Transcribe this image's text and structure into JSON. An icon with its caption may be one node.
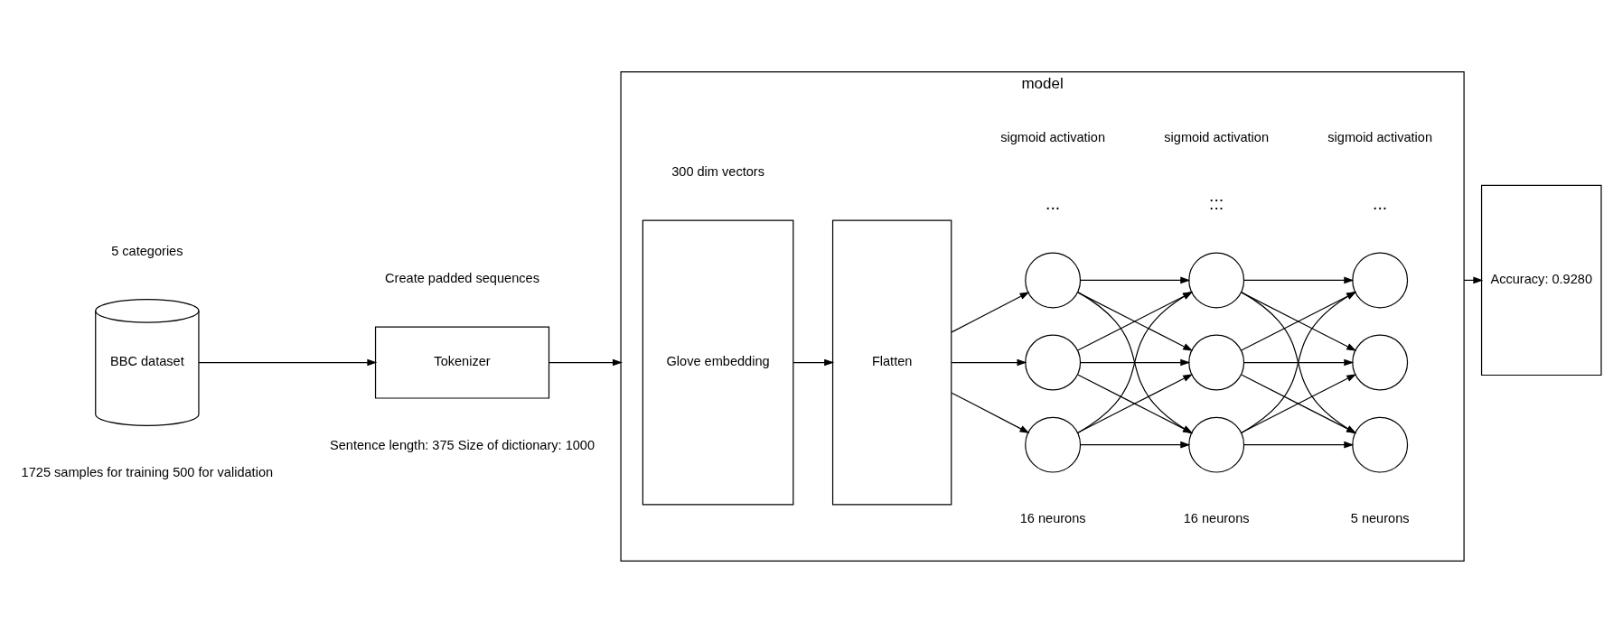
{
  "diagram": {
    "nodes": [
      {
        "text": [
          "BBC dataset"
        ],
        "beside": [
          "5 categories",
          "1725 samples for training 500 for validation"
        ]
      },
      {
        "text": [
          "Tokenizer"
        ],
        "beside": [
          "Create padded sequences",
          "Sentence length: 375 Size of dictionary: 1000"
        ]
      },
      {
        "text": [
          "model"
        ]
      },
      {
        "text": [
          "Glove embedding"
        ],
        "in": 2,
        "beside": [
          "300 dim vectors"
        ]
      },
      {
        "text": [
          "Flatten"
        ],
        "in": 2
      },
      {
        "text": [],
        "shape": "circle",
        "in": 2
      },
      {
        "text": [],
        "shape": "circle",
        "in": 2
      },
      {
        "text": [],
        "shape": "circle",
        "in": 2
      },
      {
        "text": [],
        "shape": "circle",
        "in": 2
      },
      {
        "text": [],
        "shape": "circle",
        "in": 2
      },
      {
        "text": [],
        "shape": "circle",
        "in": 2
      },
      {
        "text": [],
        "shape": "circle",
        "in": 2
      },
      {
        "text": [],
        "shape": "circle",
        "in": 2
      },
      {
        "text": [],
        "shape": "circle",
        "in": 2
      },
      {
        "text": [
          "Accuracy: 0.9280"
        ]
      }
    ],
    "edges": [
      {
        "from": 0,
        "to": 1,
        "arrow": "to"
      },
      {
        "from": 1,
        "to": 2,
        "arrow": "to"
      },
      {
        "from": 3,
        "to": 4,
        "arrow": "to"
      },
      {
        "from": 4,
        "to": 5,
        "arrow": "to"
      },
      {
        "from": 4,
        "to": 6,
        "arrow": "to"
      },
      {
        "from": 4,
        "to": 7,
        "arrow": "to"
      },
      {
        "from": 5,
        "to": 8,
        "arrow": "to"
      },
      {
        "from": 5,
        "to": 9,
        "arrow": "to"
      },
      {
        "from": 5,
        "to": 10,
        "arrow": "to"
      },
      {
        "from": 6,
        "to": 8,
        "arrow": "to"
      },
      {
        "from": 6,
        "to": 9,
        "arrow": "to"
      },
      {
        "from": 6,
        "to": 10,
        "arrow": "to"
      },
      {
        "from": 7,
        "to": 8,
        "arrow": "to"
      },
      {
        "from": 7,
        "to": 9,
        "arrow": "to"
      },
      {
        "from": 7,
        "to": 10,
        "arrow": "to"
      },
      {
        "from": 8,
        "to": 11,
        "arrow": "to"
      },
      {
        "from": 8,
        "to": 12,
        "arrow": "to"
      },
      {
        "from": 8,
        "to": 13,
        "arrow": "to"
      },
      {
        "from": 9,
        "to": 11,
        "arrow": "to"
      },
      {
        "from": 9,
        "to": 12,
        "arrow": "to"
      },
      {
        "from": 9,
        "to": 13,
        "arrow": "to"
      },
      {
        "from": 10,
        "to": 11,
        "arrow": "to"
      },
      {
        "from": 10,
        "to": 12,
        "arrow": "to"
      },
      {
        "from": 10,
        "to": 13,
        "arrow": "to"
      },
      {
        "from": 2,
        "to": 14,
        "arrow": "to"
      }
    ],
    "labels": [
      "16 neurons",
      "16 neurons",
      "5 neurons",
      "...",
      ":::",
      "...",
      "sigmoid activation",
      "sigmoid activation",
      "sigmoid activation"
    ]
  }
}
